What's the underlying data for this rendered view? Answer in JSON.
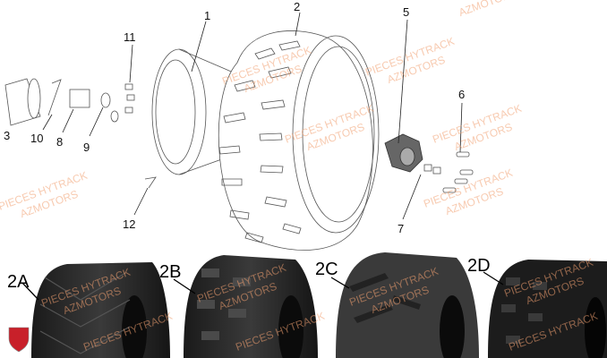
{
  "callouts": {
    "c1": "1",
    "c2": "2",
    "c3": "3",
    "c5": "5",
    "c6": "6",
    "c7": "7",
    "c8": "8",
    "c9": "9",
    "c10": "10",
    "c11": "11",
    "c12": "12"
  },
  "variants": {
    "a": "2A",
    "b": "2B",
    "c": "2C",
    "d": "2D"
  },
  "watermark": {
    "line1": "PIECES HYTRACK",
    "line2": "AZMOTORS"
  },
  "colors": {
    "watermark": "#f2a070",
    "tire": "#2a2a2a",
    "logo": "#c8202a"
  }
}
